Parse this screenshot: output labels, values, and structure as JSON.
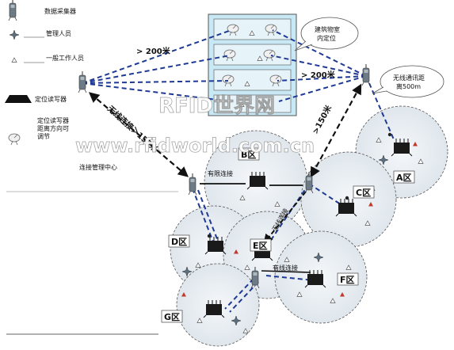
{
  "legend": {
    "data_collector": "数据采集器",
    "manager": "管理人员",
    "worker": "一般工作人员",
    "reader": "定位读写器",
    "reader_adjust": [
      "定位读写器",
      "距离方向可",
      "调节"
    ]
  },
  "center_label": "连接管理中心",
  "distances": {
    "top_left": "> 200米",
    "top_right": "> 200米",
    "left_diag": "无线连接＞150米",
    "right_diag": ">150米"
  },
  "callouts": {
    "building": [
      "建筑物室",
      "内定位"
    ],
    "range": [
      "无线通讯距",
      "离500m"
    ]
  },
  "links": {
    "wired": "有限连接",
    "wireless_mid": "无线连接",
    "wired_lower": "有线连接"
  },
  "zones": {
    "a": "A区",
    "b": "B区",
    "c": "C区",
    "d": "D区",
    "e": "E区",
    "f": "F区",
    "g": "G区"
  },
  "watermark": {
    "top": "RFID世界网",
    "bottom": "www.rfidworld.com.cn"
  },
  "icons": {
    "collector": "antenna-collector-icon",
    "manager": "star-manager-icon",
    "worker": "triangle-worker-icon",
    "reader": "reader-box-icon",
    "dish": "satellite-dish-icon"
  },
  "colors": {
    "link_blue": "#1f3a93",
    "link_black": "#111111",
    "building_fill": "#c9e8f5",
    "zone_fill": "#e9eef3",
    "worker_red": "#c0392b"
  }
}
